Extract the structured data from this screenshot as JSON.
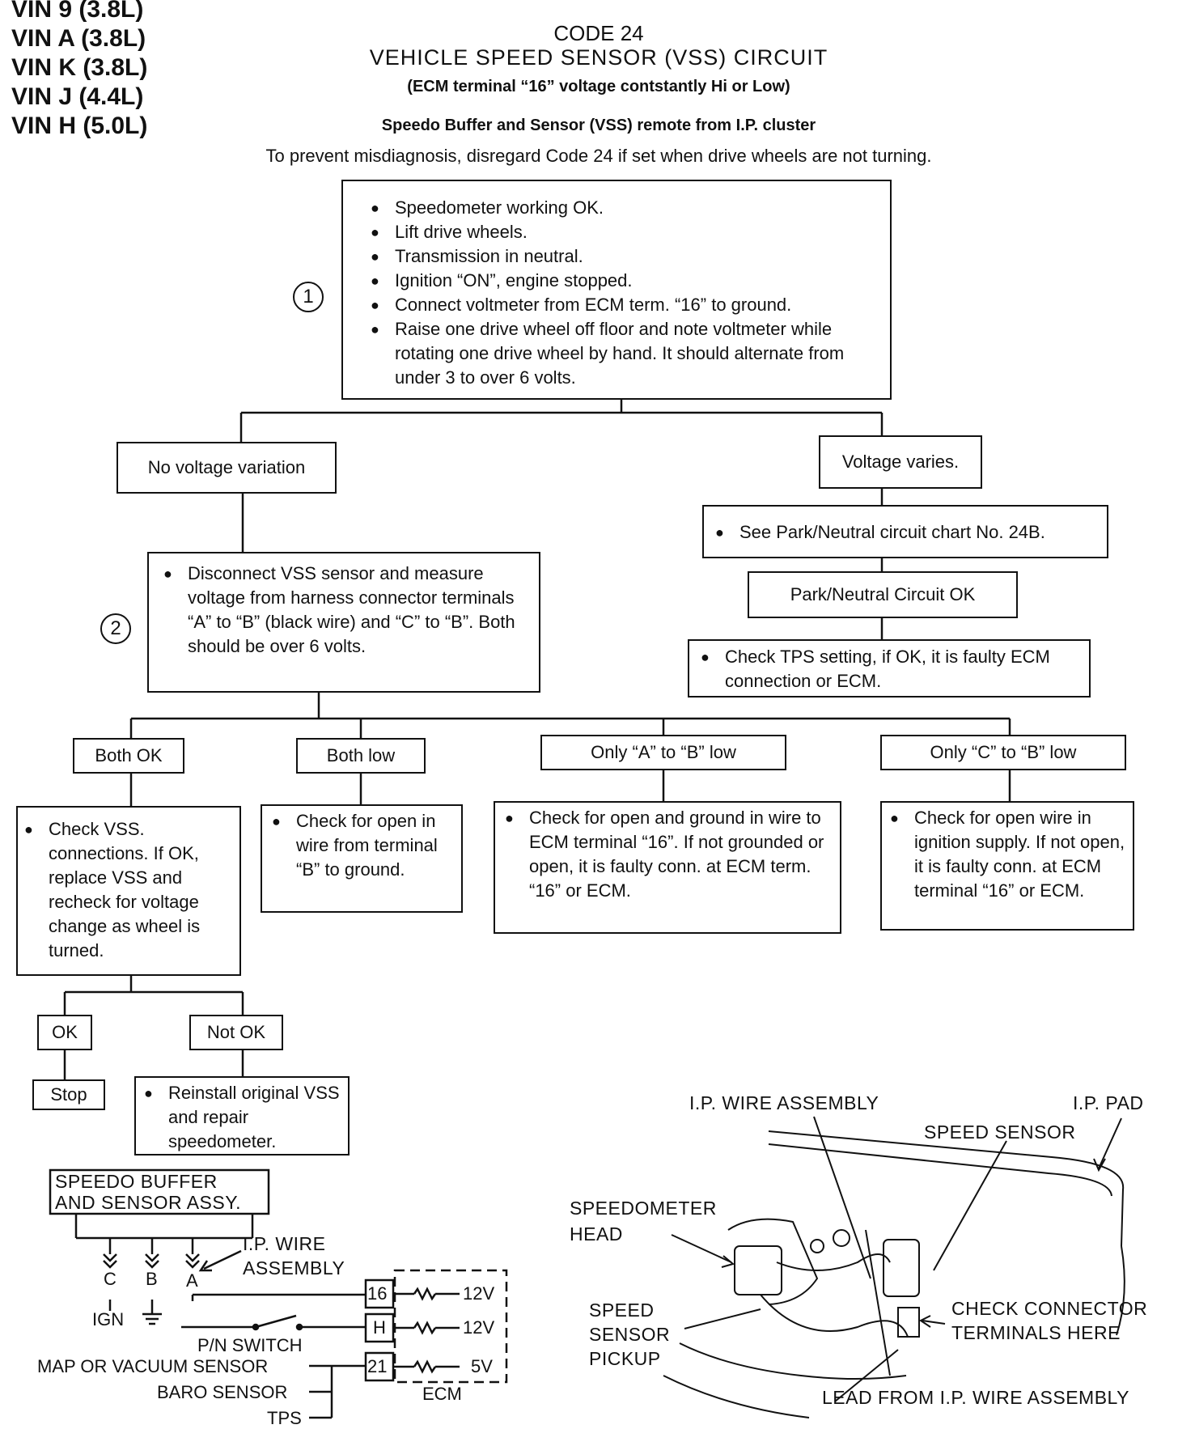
{
  "vin_list": [
    "VIN 9 (3.8L)",
    "VIN A (3.8L)",
    "VIN K (3.8L)",
    "VIN J (4.4L)",
    "VIN H (5.0L)"
  ],
  "header": {
    "code": "CODE 24",
    "title": "VEHICLE SPEED SENSOR (VSS) CIRCUIT",
    "subtitle": "(ECM terminal “16” voltage contstantly Hi or Low)",
    "note": "Speedo Buffer and Sensor (VSS) remote from I.P. cluster",
    "warning": "To prevent misdiagnosis, disregard Code 24 if set when drive wheels are not turning."
  },
  "step1": {
    "number": "1",
    "items": [
      "Speedometer working OK.",
      "Lift drive wheels.",
      "Transmission in neutral.",
      "Ignition “ON”, engine stopped.",
      "Connect voltmeter from ECM term. “16” to ground.",
      "Raise one drive wheel off floor and note voltmeter while rotating one drive wheel by hand. It should alternate from under 3 to over 6 volts."
    ]
  },
  "branch_left": "No voltage variation",
  "branch_right": "Voltage varies.",
  "right_path": {
    "see_chart": "See Park/Neutral circuit chart No. 24B.",
    "pn_ok": "Park/Neutral Circuit OK",
    "check_tps": "Check TPS setting, if OK, it is faulty ECM connection or ECM."
  },
  "step2": {
    "number": "2",
    "text": "Disconnect VSS sensor and measure voltage from harness connector terminals “A” to “B” (black wire) and “C” to “B”. Both should be over 6 volts."
  },
  "results": {
    "both_ok": "Both OK",
    "both_low": "Both low",
    "only_a": "Only “A” to “B” low",
    "only_c": "Only “C” to “B” low"
  },
  "actions": {
    "check_vss": "Check VSS. connections. If OK, replace VSS and recheck for voltage change as wheel is turned.",
    "check_open_b": "Check for open in wire from terminal “B” to ground.",
    "check_open_ground": "Check for open and ground in wire to ECM terminal “16”. If not grounded or open, it is faulty conn. at ECM term. “16” or ECM.",
    "check_open_ign": "Check for open wire in ignition supply. If not open, it is faulty conn. at ECM terminal “16” or ECM."
  },
  "final": {
    "ok": "OK",
    "not_ok": "Not OK",
    "stop": "Stop",
    "reinstall": "Reinstall original VSS and repair speedometer."
  },
  "wiring": {
    "assy_line1": "SPEEDO BUFFER",
    "assy_line2": "AND SENSOR ASSY.",
    "pin_c": "C",
    "pin_b": "B",
    "pin_a": "A",
    "ip_wire_line1": "I.P. WIRE",
    "ip_wire_line2": "ASSEMBLY",
    "ign": "IGN",
    "pn_switch": "P/N SWITCH",
    "map_sensor": "MAP OR VACUUM SENSOR",
    "baro_sensor": "BARO SENSOR",
    "tps": "TPS",
    "ecm": "ECM",
    "terminals": [
      {
        "pin": "16",
        "volts": "12V"
      },
      {
        "pin": "H",
        "volts": "12V"
      },
      {
        "pin": "21",
        "volts": "5V"
      }
    ]
  },
  "illustration": {
    "ip_wire_assembly": "I.P. WIRE ASSEMBLY",
    "ip_pad": "I.P. PAD",
    "speed_sensor": "SPEED SENSOR",
    "speedometer_head_1": "SPEEDOMETER",
    "speedometer_head_2": "HEAD",
    "pickup_1": "SPEED",
    "pickup_2": "SENSOR",
    "pickup_3": "PICKUP",
    "check_connector_1": "CHECK CONNECTOR",
    "check_connector_2": "TERMINALS HERE",
    "lead": "LEAD FROM I.P. WIRE ASSEMBLY"
  }
}
